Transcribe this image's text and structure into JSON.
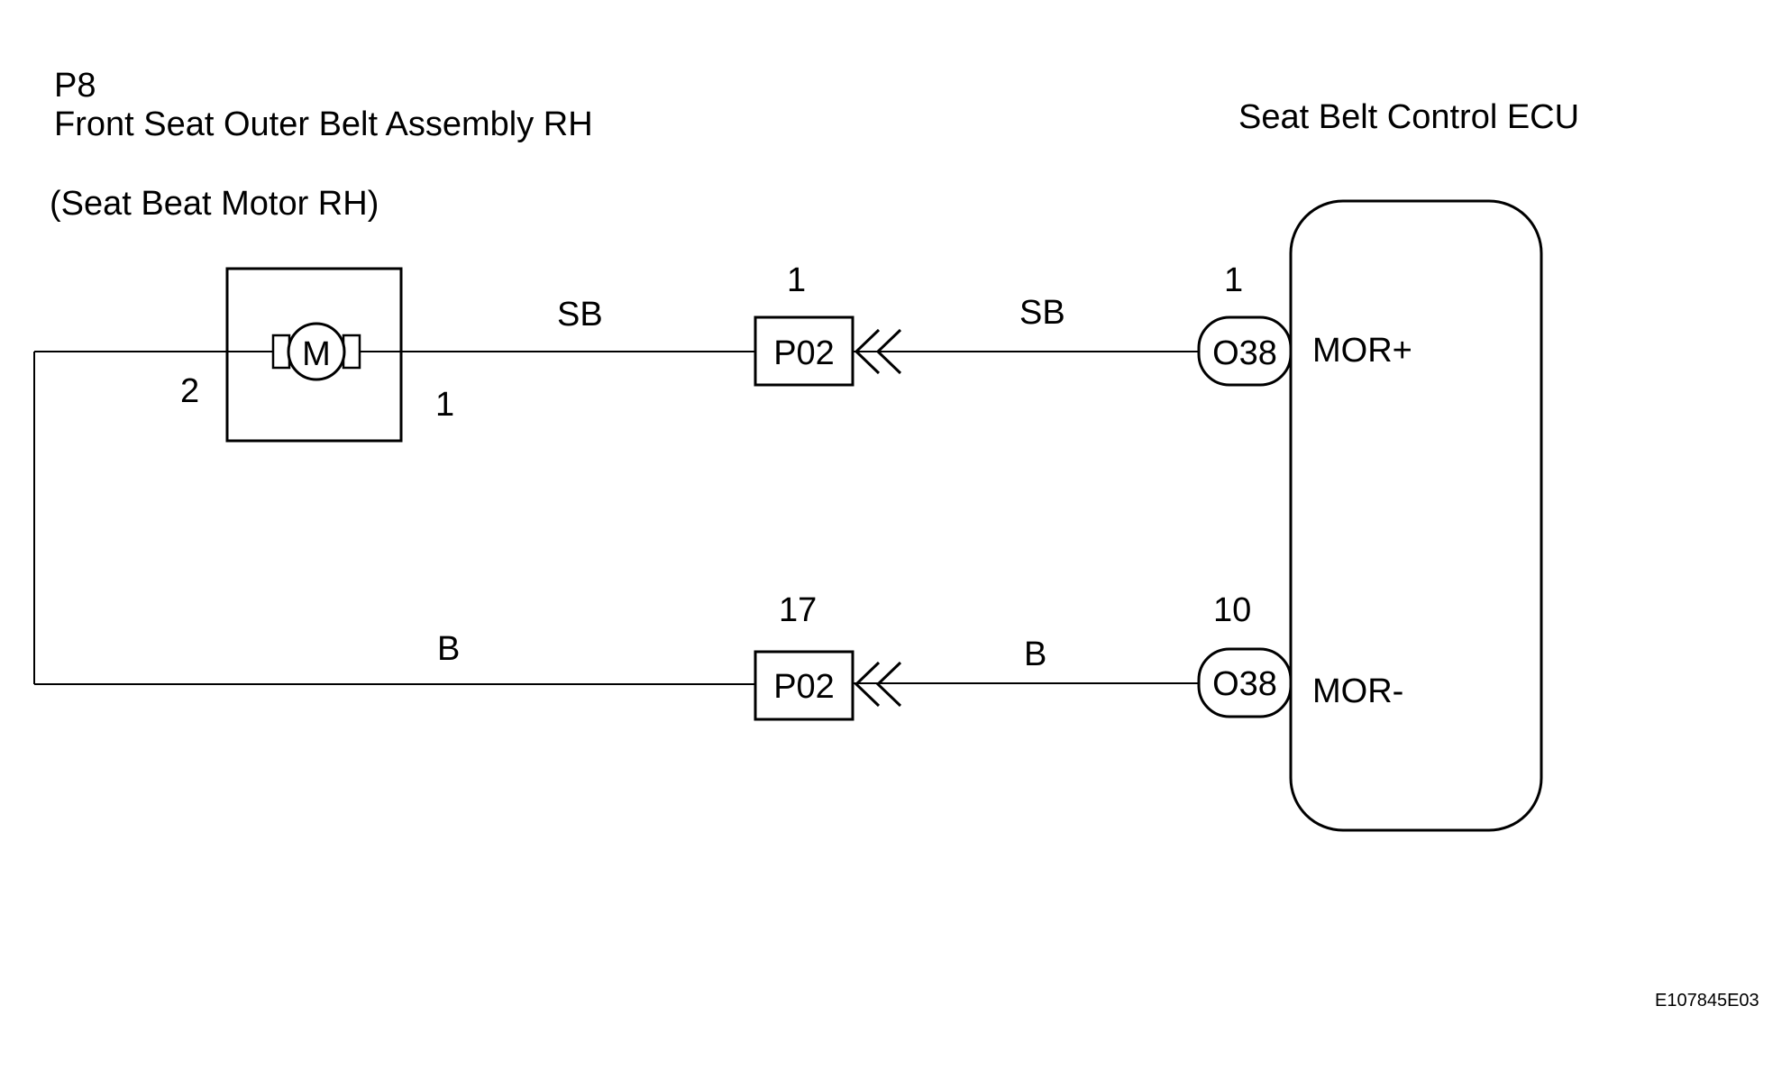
{
  "left_component": {
    "code": "P8",
    "name": "Front Seat Outer Belt Assembly RH",
    "subname": "(Seat Beat Motor RH)",
    "motor_symbol": "M",
    "pin_left": "2",
    "pin_right": "1"
  },
  "right_component": {
    "name": "Seat Belt Control ECU",
    "terminal_top": "MOR+",
    "terminal_bottom": "MOR-"
  },
  "upper_circuit": {
    "junction_code": "P02",
    "junction_pin": "1",
    "ecu_connector": "O38",
    "ecu_pin": "1",
    "wire_color_left": "SB",
    "wire_color_right": "SB"
  },
  "lower_circuit": {
    "junction_code": "P02",
    "junction_pin": "17",
    "ecu_connector": "O38",
    "ecu_pin": "10",
    "wire_color_left": "B",
    "wire_color_right": "B"
  },
  "figure_id": "E107845E03",
  "colors": {
    "line": "#000000",
    "background": "#ffffff"
  }
}
